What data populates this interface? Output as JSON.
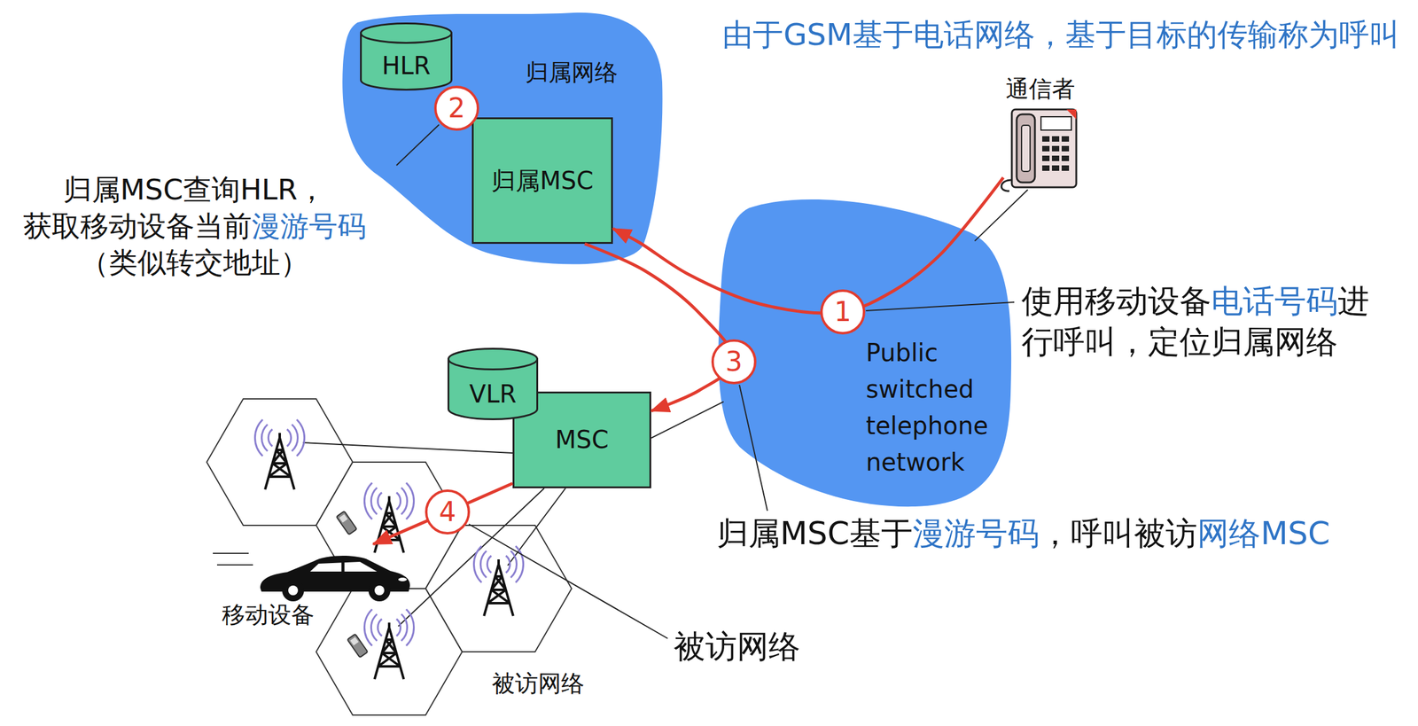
{
  "diagram": {
    "title": "由于GSM基于电话网络，基于目标的传输称为呼叫",
    "nodes": [
      {
        "text": [
          "归属网络"
        ]
      },
      {
        "text": [
          "HLR"
        ],
        "in": 0
      },
      {
        "text": [
          "归属MSC"
        ],
        "in": 0
      },
      {
        "text": [
          "通信者"
        ]
      },
      {
        "text": [
          "Public switched telephone network"
        ]
      },
      {
        "text": [
          "VLR"
        ]
      },
      {
        "text": [
          "MSC"
        ]
      },
      {
        "text": [
          "移动设备"
        ]
      }
    ],
    "edges": [
      {
        "from": 3,
        "to": 2,
        "arrow": "to",
        "label": "1"
      },
      {
        "from": 2,
        "to": 6,
        "arrow": "to",
        "label": "3"
      },
      {
        "from": 6,
        "to": 7,
        "arrow": "to",
        "label": "4"
      },
      {
        "from": 3,
        "to": 4,
        "arrow": "none"
      },
      {
        "from": 6,
        "to": 4,
        "arrow": "none"
      }
    ],
    "labels": [
      "2",
      "归属MSC查询HLR，",
      "获取移动设备当前",
      "漫游号码",
      "（类似转交地址）",
      "使用移动设备",
      "电话号码",
      "进行呼叫，定位归属网络",
      "归属MSC基于",
      "漫游号码",
      "，呼叫被访",
      "网络MSC",
      "被访网络",
      "被访网络"
    ]
  }
}
